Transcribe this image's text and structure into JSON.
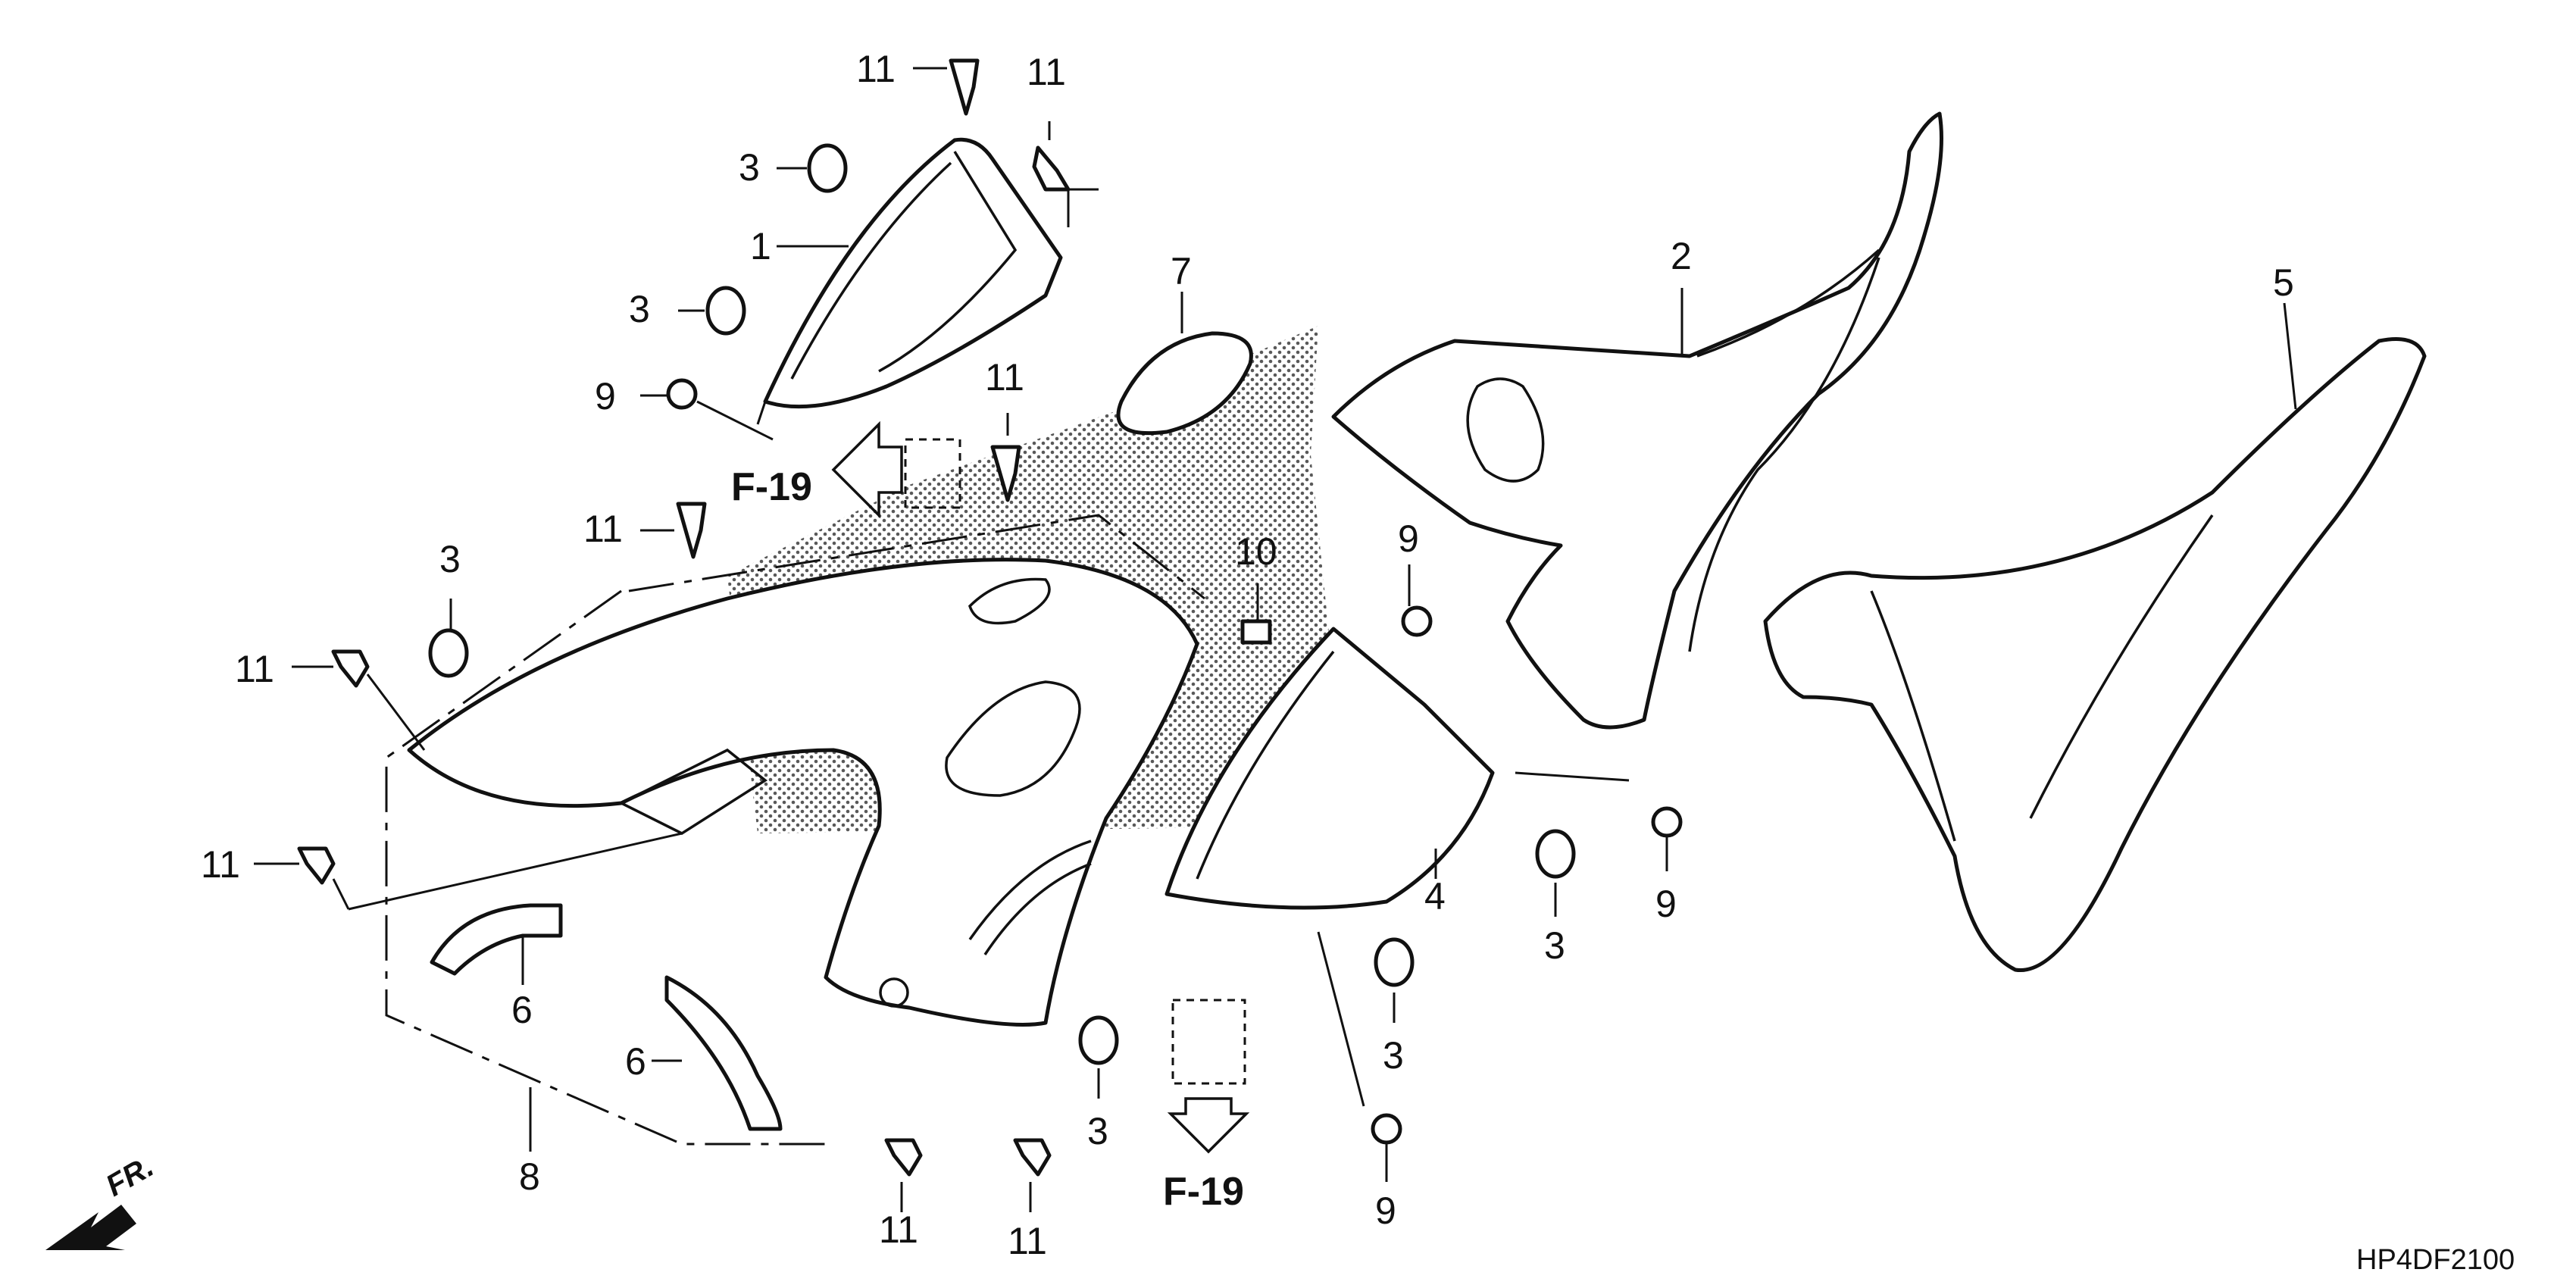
{
  "diagram": {
    "code": "HP4DF2100",
    "ref_left": "F-19",
    "ref_bottom": "F-19",
    "front_mark": "FR.",
    "callouts": {
      "c11_top": "11",
      "c11_top_r": "11",
      "c3_a": "3",
      "c1": "1",
      "c3_b": "3",
      "c9_left": "9",
      "c11_mid": "11",
      "c11_left": "11",
      "c3_c": "3",
      "c11_side": "11",
      "c11_low": "11",
      "c6_a": "6",
      "c6_b": "6",
      "c8": "8",
      "c11_bot_a": "11",
      "c11_bot_b": "11",
      "c3_d": "3",
      "c7": "7",
      "c10": "10",
      "c9_mid": "9",
      "c4": "4",
      "c3_e": "3",
      "c9_right": "9",
      "c3_f": "3",
      "c9_bot": "9",
      "c2": "2",
      "c5": "5"
    }
  }
}
